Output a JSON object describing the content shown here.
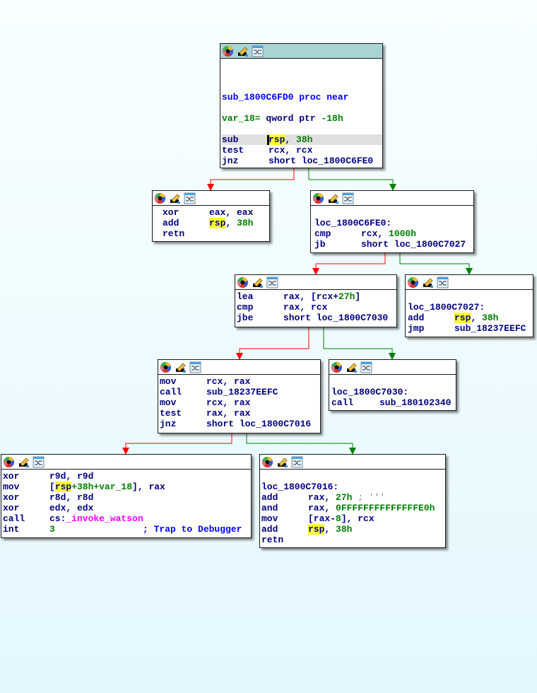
{
  "app": "IDA graph view",
  "colors": {
    "edge_false": "#ff0000",
    "edge_true": "#007f00",
    "entry_header": "#a8d4d4",
    "register_highlight": "#ffff30",
    "mnemonic": "#00007f",
    "number": "#007f00",
    "import_call": "#ff00ff"
  },
  "node_header_icons": [
    "color-wheel-icon",
    "edit-pencil-icon",
    "graph-layout-icon"
  ],
  "nodes": {
    "entry": {
      "proc_decl": "sub_1800C6FD0 proc near",
      "var_decl_name": "var_18=",
      "var_decl_type": " qword ptr ",
      "var_decl_value": "-18h",
      "lines": [
        {
          "mn": "sub",
          "op1_hl": "rsp",
          "op_rest": ", ",
          "num": "38h"
        },
        {
          "mn": "test",
          "op": "rcx, rcx"
        },
        {
          "mn": "jnz",
          "op": "short loc_1800C6FE0"
        }
      ]
    },
    "ret_zero": {
      "lines": [
        {
          "mn": "xor",
          "op": "eax, eax"
        },
        {
          "mn": "add",
          "op_hl": "rsp",
          "op_rest": ", ",
          "num": "38h"
        },
        {
          "mn": "retn"
        }
      ]
    },
    "loc_1800C6FE0": {
      "label": "loc_1800C6FE0:",
      "lines": [
        {
          "mn": "cmp",
          "op": "rcx, ",
          "num": "1000h"
        },
        {
          "mn": "jb",
          "op": "short loc_1800C7027"
        }
      ]
    },
    "lea_block": {
      "lines": [
        {
          "mn": "lea",
          "op_pre": "rax, [rcx+",
          "num": "27h",
          "op_post": "]"
        },
        {
          "mn": "cmp",
          "op": "rax, rcx"
        },
        {
          "mn": "jbe",
          "op": "short loc_1800C7030"
        }
      ]
    },
    "loc_1800C7027": {
      "label": "loc_1800C7027:",
      "lines": [
        {
          "mn": "add",
          "op_hl": "rsp",
          "op_rest": ", ",
          "num": "38h"
        },
        {
          "mn": "jmp",
          "op": "sub_18237EEFC"
        }
      ]
    },
    "call_block": {
      "lines": [
        {
          "mn": "mov",
          "op": "rcx, rax"
        },
        {
          "mn": "call",
          "op": "sub_18237EEFC"
        },
        {
          "mn": "mov",
          "op": "rcx, rax"
        },
        {
          "mn": "test",
          "op": "rax, rax"
        },
        {
          "mn": "jnz",
          "op": "short loc_1800C7016"
        }
      ]
    },
    "loc_1800C7030": {
      "label": "loc_1800C7030:",
      "lines": [
        {
          "mn": "call",
          "op": "sub_180102340"
        }
      ]
    },
    "watson_block": {
      "lines": [
        {
          "mn": "xor",
          "op": "r9d, r9d"
        },
        {
          "mn": "mov",
          "op_pre": "[",
          "op_hl": "rsp",
          "num": "+38h+var_18",
          "op_post": "], rax"
        },
        {
          "mn": "xor",
          "op": "r8d, r8d"
        },
        {
          "mn": "xor",
          "op": "edx, edx"
        },
        {
          "mn": "call",
          "op_pre": "cs:",
          "func": "_invoke_watson"
        },
        {
          "mn": "int",
          "num": "3",
          "comment": "; Trap to Debugger"
        }
      ]
    },
    "loc_1800C7016": {
      "label": "loc_1800C7016:",
      "lines": [
        {
          "mn": "add",
          "op": "rax, ",
          "num": "27h",
          "comment": " ; '''"
        },
        {
          "mn": "and",
          "op": "rax, ",
          "num": "0FFFFFFFFFFFFFFE0h"
        },
        {
          "mn": "mov",
          "op_pre": "[rax-",
          "num": "8",
          "op_post": "], rcx"
        },
        {
          "mn": "add",
          "op_hl": "rsp",
          "op_rest": ", ",
          "num": "38h"
        },
        {
          "mn": "retn"
        }
      ]
    }
  }
}
